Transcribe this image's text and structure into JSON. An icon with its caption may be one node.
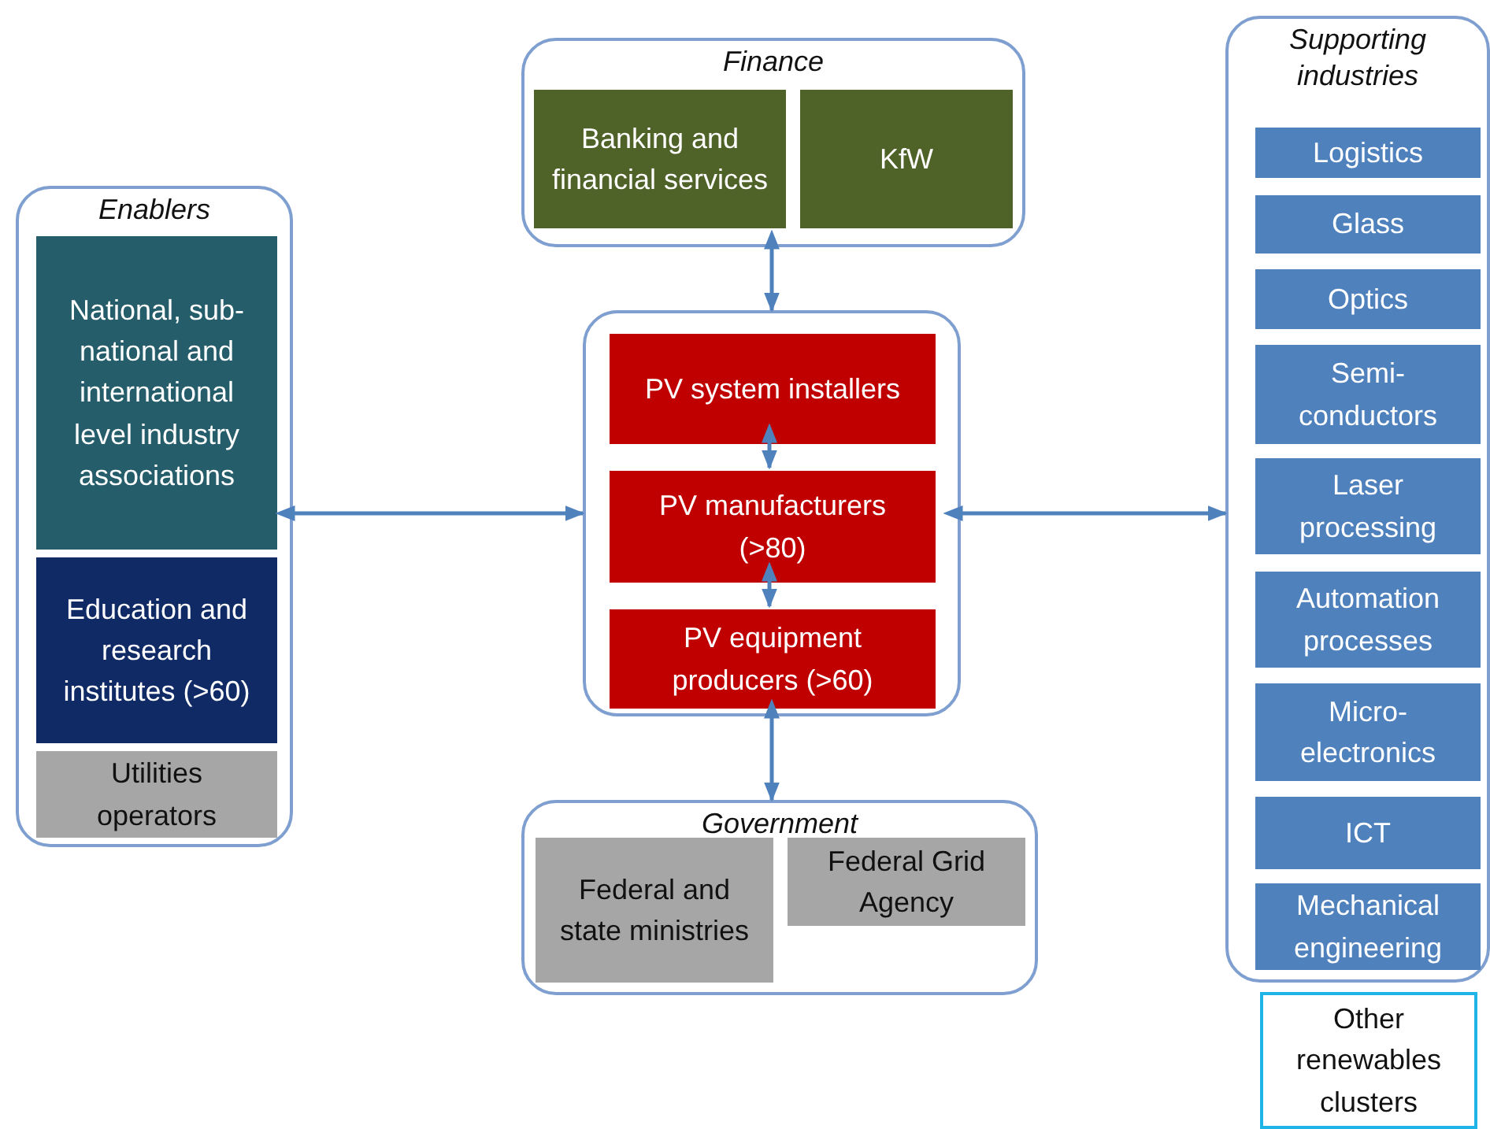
{
  "diagram": {
    "nodes": [
      {
        "text": [
          "Finance"
        ]
      },
      {
        "text": [
          "Banking and financial services"
        ],
        "in": 0
      },
      {
        "text": [
          "KfW"
        ],
        "in": 0
      },
      {
        "text": [
          "Enablers"
        ]
      },
      {
        "text": [
          "National, sub-national and international level industry associations"
        ],
        "in": 3
      },
      {
        "text": [
          "Education and research institutes (>60)"
        ],
        "in": 3
      },
      {
        "text": [
          "Utilities operators"
        ],
        "in": 3
      },
      {
        "text": [],
        "shape": "box"
      },
      {
        "text": [
          "PV system installers"
        ],
        "in": 7
      },
      {
        "text": [
          "PV manufacturers (>80)"
        ],
        "in": 7
      },
      {
        "text": [
          "PV equipment producers (>60)"
        ],
        "in": 7
      },
      {
        "text": [
          "Government"
        ]
      },
      {
        "text": [
          "Federal and state ministries"
        ],
        "in": 11
      },
      {
        "text": [
          "Federal Grid Agency"
        ],
        "in": 11
      },
      {
        "text": [
          "Supporting industries"
        ]
      },
      {
        "text": [
          "Logistics"
        ],
        "in": 14
      },
      {
        "text": [
          "Glass"
        ],
        "in": 14
      },
      {
        "text": [
          "Optics"
        ],
        "in": 14
      },
      {
        "text": [
          "Semi- conductors"
        ],
        "in": 14
      },
      {
        "text": [
          "Laser processing"
        ],
        "in": 14
      },
      {
        "text": [
          "Automation processes"
        ],
        "in": 14
      },
      {
        "text": [
          "Micro- electronics"
        ],
        "in": 14
      },
      {
        "text": [
          "ICT"
        ],
        "in": 14
      },
      {
        "text": [
          "Mechanical engineering"
        ],
        "in": 14
      },
      {
        "text": [
          "Other renewables clusters"
        ]
      }
    ],
    "edges": [
      {
        "from": 0,
        "to": 7,
        "arrow": "both"
      },
      {
        "from": 3,
        "to": 7,
        "arrow": "both"
      },
      {
        "from": 7,
        "to": 14,
        "arrow": "both"
      },
      {
        "from": 7,
        "to": 11,
        "arrow": "both"
      },
      {
        "from": 8,
        "to": 9,
        "arrow": "both"
      },
      {
        "from": 9,
        "to": 10,
        "arrow": "both"
      }
    ]
  }
}
